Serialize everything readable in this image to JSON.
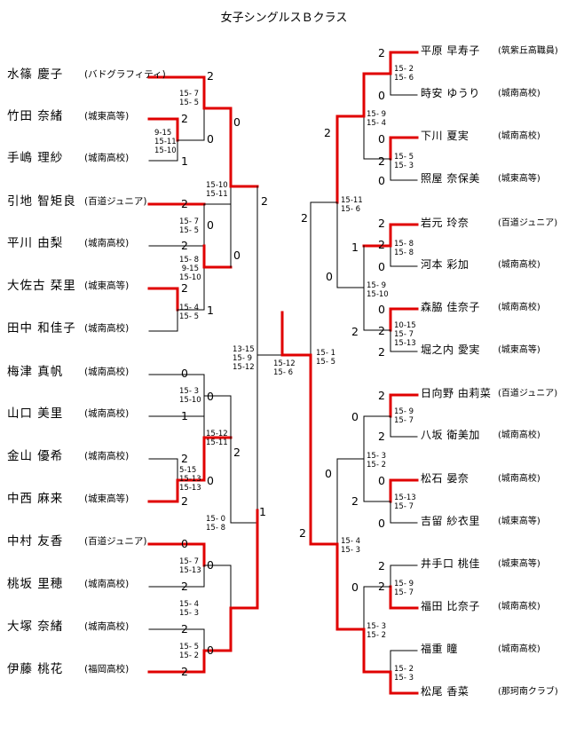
{
  "title": "女子シングルスＢクラス",
  "colors": {
    "win": "#e00000",
    "lose": "#000000"
  },
  "left_players": [
    {
      "name": "水篠 慶子",
      "club": "(バドグラフィティ)"
    },
    {
      "name": "竹田 奈緒",
      "club": "(城東高等)"
    },
    {
      "name": "手嶋 理紗",
      "club": "(城南高校)"
    },
    {
      "name": "引地 智矩良",
      "club": "(百道ジュニア)"
    },
    {
      "name": "平川 由梨",
      "club": "(城南高校)"
    },
    {
      "name": "大佐古 栞里",
      "club": "(城東高等)"
    },
    {
      "name": "田中 和佳子",
      "club": "(城南高校)"
    },
    {
      "name": "梅津 真帆",
      "club": "(城南高校)"
    },
    {
      "name": "山口 美里",
      "club": "(城南高校)"
    },
    {
      "name": "金山 優希",
      "club": "(城南高校)"
    },
    {
      "name": "中西 麻来",
      "club": "(城東高等)"
    },
    {
      "name": "中村 友香",
      "club": "(百道ジュニア)"
    },
    {
      "name": "桃坂 里穂",
      "club": "(城南高校)"
    },
    {
      "name": "大塚 奈緒",
      "club": "(城南高校)"
    },
    {
      "name": "伊藤 桃花",
      "club": "(福岡高校)"
    }
  ],
  "right_players": [
    {
      "name": "平原 早寿子",
      "club": "(筑紫丘高職員)"
    },
    {
      "name": "時安 ゆうり",
      "club": "(城南高校)"
    },
    {
      "name": "下川 夏実",
      "club": "(城南高校)"
    },
    {
      "name": "照屋 奈保美",
      "club": "(城東高等)"
    },
    {
      "name": "岩元 玲奈",
      "club": "(百道ジュニア)"
    },
    {
      "name": "河本 彩加",
      "club": "(城南高校)"
    },
    {
      "name": "森脇 佳奈子",
      "club": "(城南高校)"
    },
    {
      "name": "堀之内 愛実",
      "club": "(城東高等)"
    },
    {
      "name": "日向野 由莉菜",
      "club": "(百道ジュニア)"
    },
    {
      "name": "八坂 衛美加",
      "club": "(城南高校)"
    },
    {
      "name": "松石 晏奈",
      "club": "(城南高校)"
    },
    {
      "name": "吉留 紗衣里",
      "club": "(城東高等)"
    },
    {
      "name": "井手口 桃佳",
      "club": "(城東高等)"
    },
    {
      "name": "福田 比奈子",
      "club": "(城南高校)"
    },
    {
      "name": "福重 瞳",
      "club": "(城南高校)"
    },
    {
      "name": "松尾 香菜",
      "club": "(那珂南クラブ)"
    }
  ],
  "round_scores": [
    "2",
    "2",
    "0",
    "1",
    "2",
    "0",
    "2",
    "0",
    "2",
    "1",
    "0",
    "2",
    "0",
    "0",
    "1",
    "2",
    "2",
    "0",
    "2",
    "0",
    "0",
    "2",
    "2",
    "1",
    "0",
    "2",
    "2",
    "0",
    "2",
    "0",
    "2",
    "0",
    "2",
    "1",
    "2",
    "0",
    "2",
    "0",
    "0",
    "2",
    "2",
    "2",
    "2",
    "0",
    "0",
    "2",
    "0",
    "2",
    "0",
    "2",
    "0",
    "2",
    "2"
  ],
  "game_scores": [
    "15- 7\n15- 5",
    "9-15\n15-11\n15-10",
    "15-10\n15-11",
    "15- 7\n15- 5",
    "15- 8\n 9-15\n15-10",
    "15- 4\n15- 5",
    "13-15\n15- 9\n15-12",
    "15- 3\n15-10",
    "15-12\n15-11",
    "5-15\n15-13\n15-13",
    "15- 0\n15- 8",
    "15- 7\n15-13",
    "15- 4\n15- 3",
    "15- 5\n15- 2",
    "15-12\n15- 6",
    "15- 2\n15- 6",
    "15- 9\n15- 4",
    "15- 5\n15- 3",
    "15-11\n15- 6",
    "15- 8\n15- 8",
    "15- 9\n15-10",
    "10-15\n15- 7\n15-13",
    "15- 1\n15- 5",
    "15- 9\n15- 7",
    "15- 3\n15- 2",
    "15-13\n15- 7",
    "15- 4\n15- 3",
    "15- 9\n15- 7",
    "15- 3\n15- 2",
    "15- 2\n15- 3"
  ]
}
